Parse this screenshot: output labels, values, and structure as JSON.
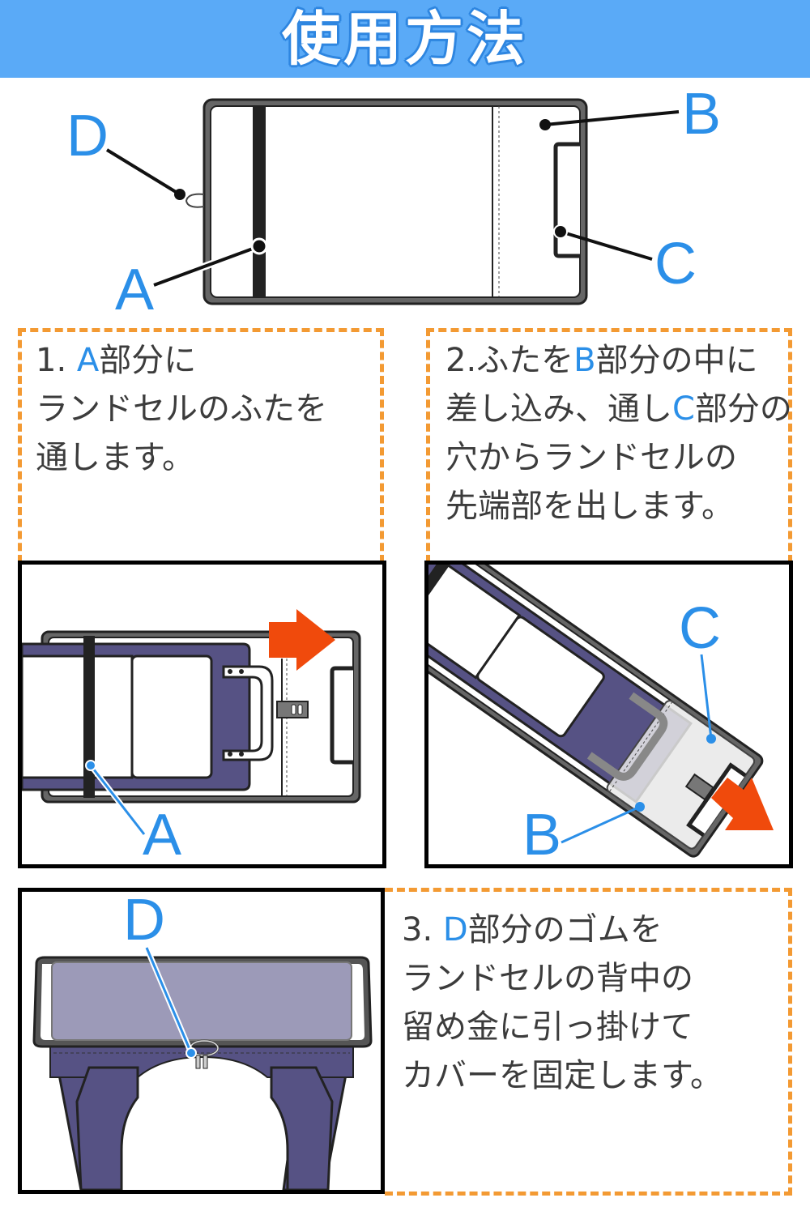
{
  "header": {
    "title": "使用方法"
  },
  "overview": {
    "labels": {
      "a": "A",
      "b": "B",
      "c": "C",
      "d": "D"
    }
  },
  "steps": [
    {
      "number": "1.",
      "highlight": "A",
      "line1_rest": "部分に",
      "line2": "ランドセルのふたを",
      "line3": "通します。",
      "illustration_label": "A"
    },
    {
      "number": "2.",
      "line1_pre": "ふたを",
      "highlight1": "B",
      "line1_rest": "部分の中に",
      "line2_pre": "差し込み、通し",
      "highlight2": "C",
      "line2_rest": "部分の",
      "line3": "穴からランドセルの",
      "line4": "先端部を出します。",
      "illustration_labels": {
        "c": "C",
        "b": "B"
      }
    },
    {
      "number": "3.",
      "highlight": "D",
      "line1_rest": "部分のゴムを",
      "line2": "ランドセルの背中の",
      "line3": "留め金に引っ掛けて",
      "line4": "カバーを固定します。",
      "illustration_label": "D"
    }
  ],
  "colors": {
    "header_bg": "#5aaaf7",
    "label_blue": "#2b8fe8",
    "dash_orange": "#f39a33",
    "arrow_red": "#f04a0c",
    "bag_navy": "#565284"
  }
}
